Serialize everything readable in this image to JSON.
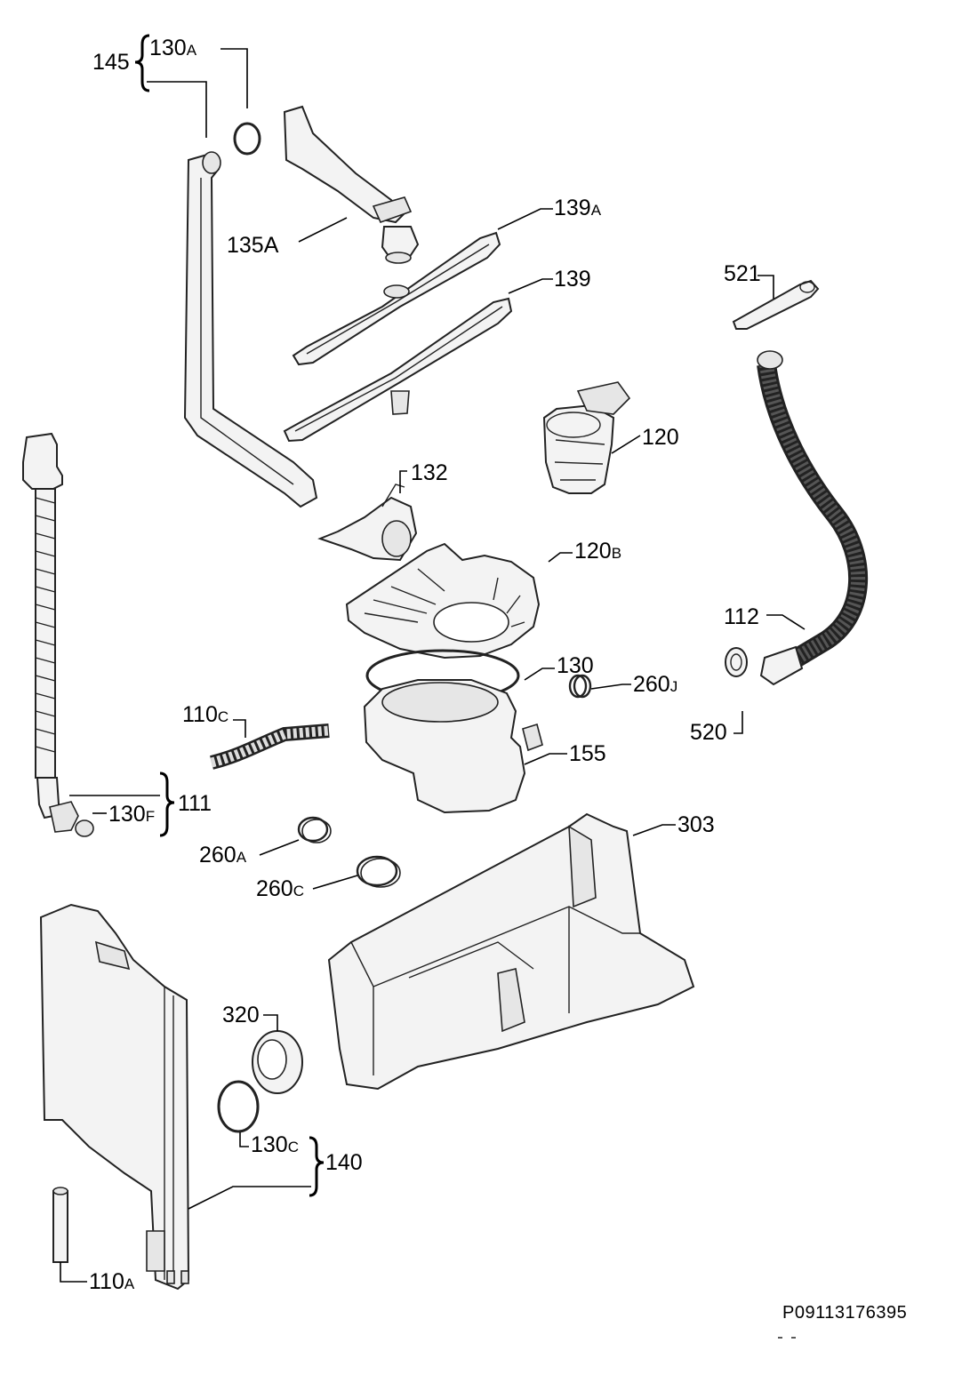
{
  "document_id": "P09113176395",
  "callouts": {
    "c145": "145",
    "c130A": {
      "num": "130",
      "suf": "A"
    },
    "c135A": "135A",
    "c139A": {
      "num": "139",
      "suf": "A"
    },
    "c139": "139",
    "c521": "521",
    "c120": "120",
    "c132": "132",
    "c120B": {
      "num": "120",
      "suf": "B"
    },
    "c112": "112",
    "c130": "130",
    "c260J": {
      "num": "260",
      "suf": "J"
    },
    "c110C": {
      "num": "110",
      "suf": "C"
    },
    "c155": "155",
    "c520": "520",
    "c111": "111",
    "c130F": {
      "num": "130",
      "suf": "F"
    },
    "c303": "303",
    "c260A": {
      "num": "260",
      "suf": "A"
    },
    "c260C": {
      "num": "260",
      "suf": "C"
    },
    "c320": "320",
    "c130C": {
      "num": "130",
      "suf": "C"
    },
    "c140": "140",
    "c110A": {
      "num": "110",
      "suf": "A"
    }
  }
}
